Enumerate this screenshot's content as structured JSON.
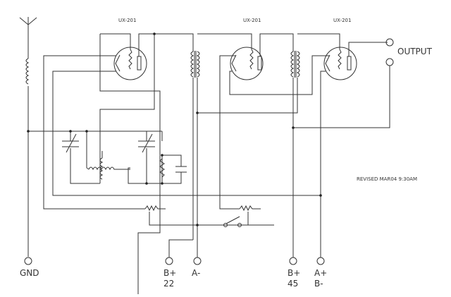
{
  "tubes": [
    {
      "label": "UX-201"
    },
    {
      "label": "UX-201"
    },
    {
      "label": "UX-201"
    }
  ],
  "terminals": {
    "output": "OUTPUT",
    "gnd": "GND",
    "b22_line1": "B+",
    "b22_line2": "22",
    "a_minus": "A-",
    "b45_line1": "B+",
    "b45_line2": "45",
    "aplus_line1": "A+",
    "aplus_line2": "B-"
  },
  "revision_note": "REVISED MAR04 9:30AM",
  "colors": {
    "line": "#333333",
    "background": "#ffffff"
  }
}
